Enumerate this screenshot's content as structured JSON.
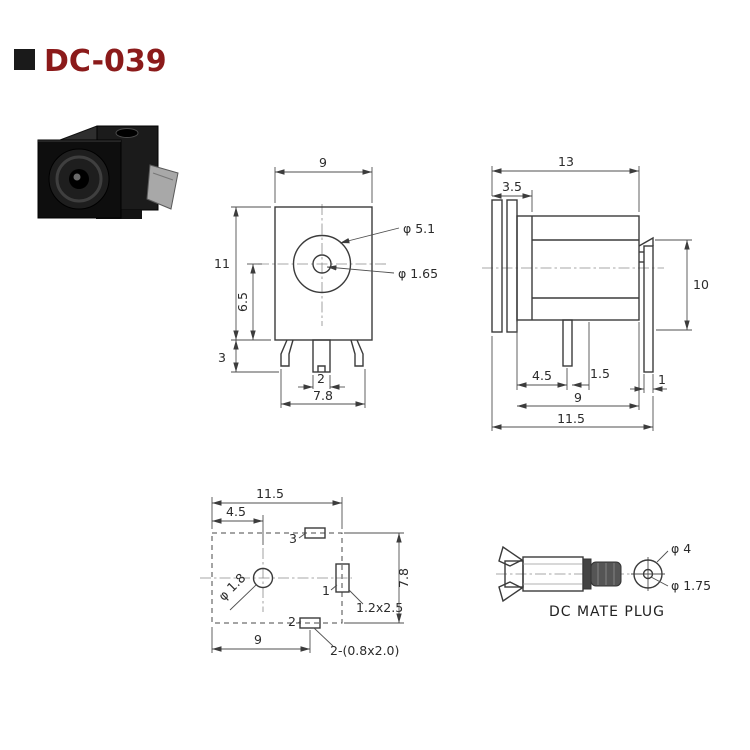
{
  "colors": {
    "title": "#8b1a1a",
    "line": "#3b3b3b"
  },
  "header": {
    "title": "DC-039"
  },
  "front_view": {
    "dim_width": "9",
    "dim_height": "11",
    "dim_center": "6.5",
    "dim_leg": "3",
    "dim_pin": "2",
    "dim_span": "7.8",
    "label_outer_dia": "φ 5.1",
    "label_inner_dia": "φ 1.65"
  },
  "side_view": {
    "dim_length": "13",
    "dim_flange": "3.5",
    "dim_height": "10",
    "dim_a": "4.5",
    "dim_b": "1.5",
    "dim_c": "1",
    "dim_d": "9",
    "dim_e": "11.5"
  },
  "bottom_view": {
    "dim_width": "11.5",
    "dim_hole_x": "4.5",
    "dim_height": "7.8",
    "dim_pad2_x": "9",
    "pad1_label": "1",
    "pad2_label": "2",
    "pad3_label": "3",
    "hole_label": "φ 1.8",
    "pad1_size": "1.2x2.5",
    "pads_note": "2-(0.8x2.0)"
  },
  "plug_view": {
    "outer_dia": "φ 4",
    "inner_dia": "φ 1.75",
    "caption": "DC MATE PLUG"
  }
}
